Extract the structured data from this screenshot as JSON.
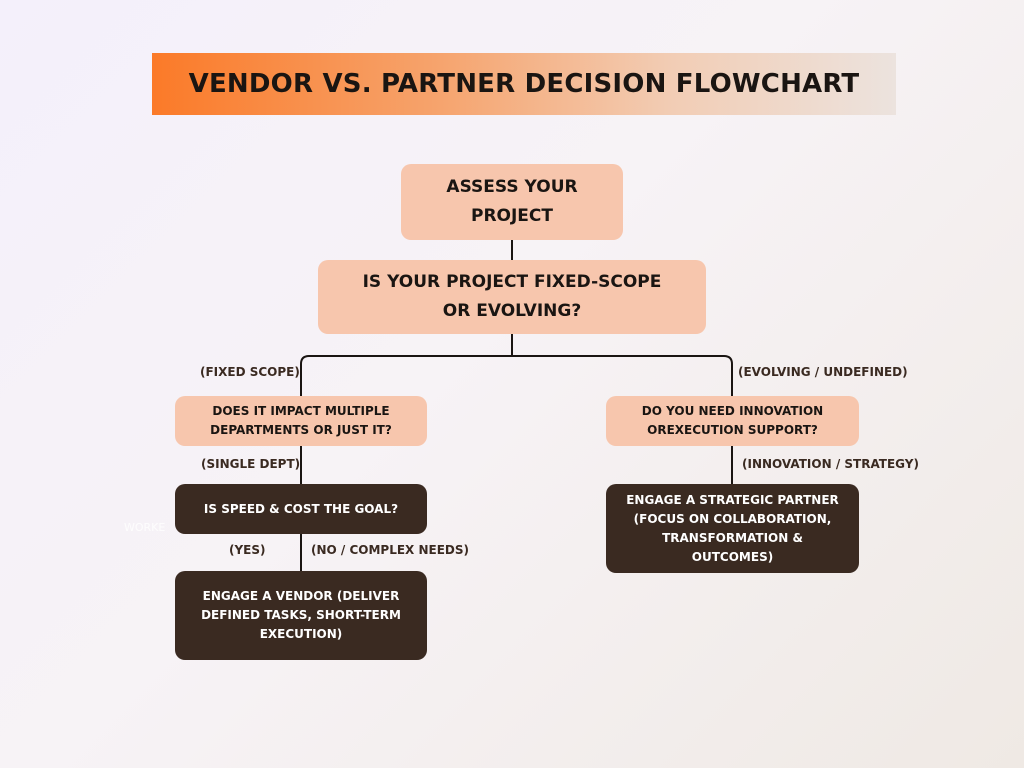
{
  "title": "VENDOR VS. PARTNER DECISION FLOWCHART",
  "nodes": {
    "assess": "ASSESS YOUR PROJECT",
    "scope_question": "IS YOUR PROJECT FIXED-SCOPE OR EVOLVING?",
    "departments_question": "DOES IT IMPACT MULTIPLE DEPARTMENTS OR JUST IT?",
    "innovation_question": "DO YOU NEED INNOVATION OREXECUTION SUPPORT?",
    "speed_cost_question": "IS SPEED & COST THE GOAL?",
    "engage_vendor": "ENGAGE A VENDOR (DELIVER DEFINED TASKS, SHORT-TERM EXECUTION)",
    "engage_partner": "ENGAGE A STRATEGIC PARTNER (FOCUS ON COLLABORATION, TRANSFORMATION & OUTCOMES)"
  },
  "edge_labels": {
    "fixed_scope": "(FIXED SCOPE)",
    "evolving": "(EVOLVING / UNDEFINED)",
    "single_dept": "(SINGLE DEPT)",
    "innovation_strategy": "(INNOVATION / STRATEGY)",
    "yes": "(YES)",
    "no_complex": "(NO / COMPLEX NEEDS)"
  },
  "faint_text": "WORKE",
  "colors": {
    "title_orange": "#fb7a28",
    "light_node": "#f7c6ad",
    "dark_node": "#3a2a21",
    "line": "#1a1512"
  }
}
